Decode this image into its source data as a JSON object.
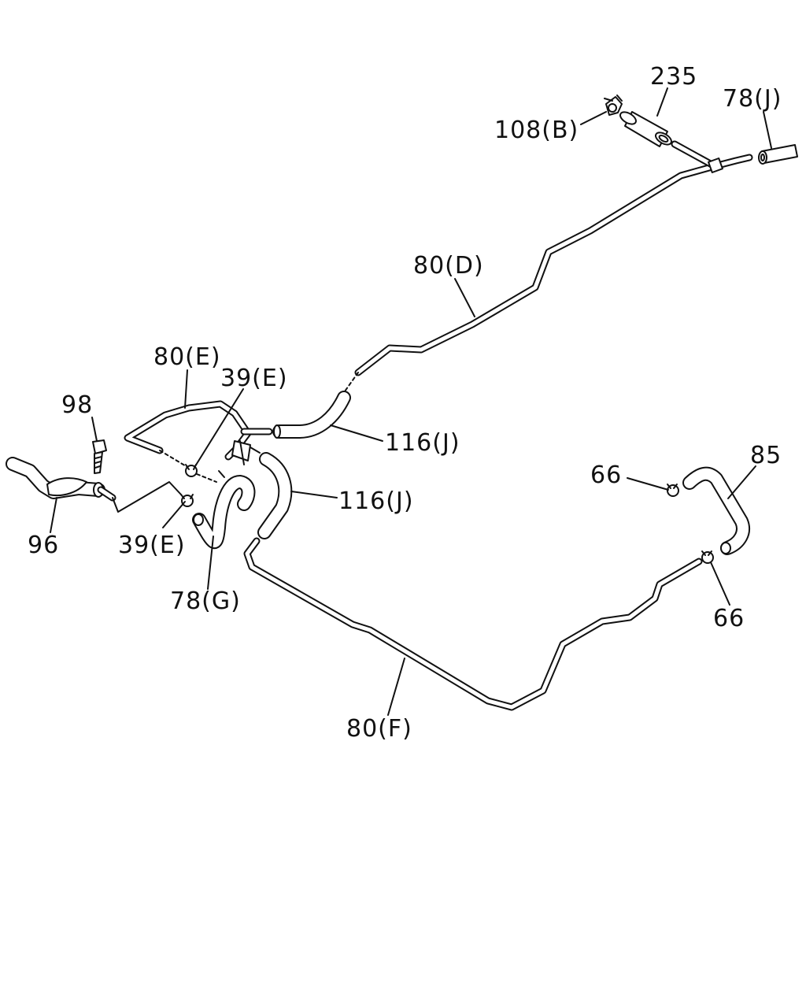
{
  "callouts": {
    "c235": "235",
    "c78j": "78(J)",
    "c108b": "108(B)",
    "c80d": "80(D)",
    "c80e": "80(E)",
    "c39e_top": "39(E)",
    "c98": "98",
    "c116j_top": "116(J)",
    "c116j_mid": "116(J)",
    "c66_left": "66",
    "c85": "85",
    "c96": "96",
    "c39e_bottom": "39(E)",
    "c78g": "78(G)",
    "c66_bottom": "66",
    "c80f": "80(F)"
  }
}
